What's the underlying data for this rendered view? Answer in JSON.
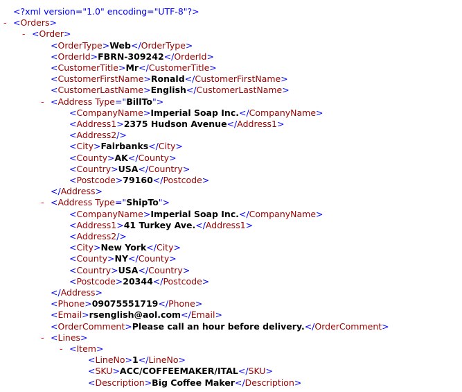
{
  "doc": {
    "lines": [
      {
        "d": 0,
        "toggle": "",
        "parts": [
          {
            "c": "pi",
            "t": "<?xml version=\"1.0\" encoding=\"UTF-8\"?>"
          }
        ]
      },
      {
        "d": 0,
        "toggle": "-",
        "parts": [
          {
            "c": "b",
            "t": "<"
          },
          {
            "c": "t",
            "t": "Orders"
          },
          {
            "c": "b",
            "t": ">"
          }
        ]
      },
      {
        "d": 1,
        "toggle": "-",
        "parts": [
          {
            "c": "b",
            "t": "<"
          },
          {
            "c": "t",
            "t": "Order"
          },
          {
            "c": "b",
            "t": ">"
          }
        ]
      },
      {
        "d": 2,
        "toggle": "",
        "parts": [
          {
            "c": "b",
            "t": "<"
          },
          {
            "c": "t",
            "t": "OrderType"
          },
          {
            "c": "b",
            "t": ">"
          },
          {
            "c": "tx",
            "t": "Web"
          },
          {
            "c": "b",
            "t": "</"
          },
          {
            "c": "t",
            "t": "OrderType"
          },
          {
            "c": "b",
            "t": ">"
          }
        ]
      },
      {
        "d": 2,
        "toggle": "",
        "parts": [
          {
            "c": "b",
            "t": "<"
          },
          {
            "c": "t",
            "t": "OrderId"
          },
          {
            "c": "b",
            "t": ">"
          },
          {
            "c": "tx",
            "t": "FBRN-309242"
          },
          {
            "c": "b",
            "t": "</"
          },
          {
            "c": "t",
            "t": "OrderId"
          },
          {
            "c": "b",
            "t": ">"
          }
        ]
      },
      {
        "d": 2,
        "toggle": "",
        "parts": [
          {
            "c": "b",
            "t": "<"
          },
          {
            "c": "t",
            "t": "CustomerTitle"
          },
          {
            "c": "b",
            "t": ">"
          },
          {
            "c": "tx",
            "t": "Mr"
          },
          {
            "c": "b",
            "t": "</"
          },
          {
            "c": "t",
            "t": "CustomerTitle"
          },
          {
            "c": "b",
            "t": ">"
          }
        ]
      },
      {
        "d": 2,
        "toggle": "",
        "parts": [
          {
            "c": "b",
            "t": "<"
          },
          {
            "c": "t",
            "t": "CustomerFirstName"
          },
          {
            "c": "b",
            "t": ">"
          },
          {
            "c": "tx",
            "t": "Ronald"
          },
          {
            "c": "b",
            "t": "</"
          },
          {
            "c": "t",
            "t": "CustomerFirstName"
          },
          {
            "c": "b",
            "t": ">"
          }
        ]
      },
      {
        "d": 2,
        "toggle": "",
        "parts": [
          {
            "c": "b",
            "t": "<"
          },
          {
            "c": "t",
            "t": "CustomerLastName"
          },
          {
            "c": "b",
            "t": ">"
          },
          {
            "c": "tx",
            "t": "English"
          },
          {
            "c": "b",
            "t": "</"
          },
          {
            "c": "t",
            "t": "CustomerLastName"
          },
          {
            "c": "b",
            "t": ">"
          }
        ]
      },
      {
        "d": 2,
        "toggle": "-",
        "parts": [
          {
            "c": "b",
            "t": "<"
          },
          {
            "c": "t",
            "t": "Address"
          },
          {
            "c": "an",
            "t": " Type"
          },
          {
            "c": "b",
            "t": "=\""
          },
          {
            "c": "av",
            "t": "BillTo"
          },
          {
            "c": "b",
            "t": "\">"
          }
        ]
      },
      {
        "d": 3,
        "toggle": "",
        "parts": [
          {
            "c": "b",
            "t": "<"
          },
          {
            "c": "t",
            "t": "CompanyName"
          },
          {
            "c": "b",
            "t": ">"
          },
          {
            "c": "tx",
            "t": "Imperial Soap Inc."
          },
          {
            "c": "b",
            "t": "</"
          },
          {
            "c": "t",
            "t": "CompanyName"
          },
          {
            "c": "b",
            "t": ">"
          }
        ]
      },
      {
        "d": 3,
        "toggle": "",
        "parts": [
          {
            "c": "b",
            "t": "<"
          },
          {
            "c": "t",
            "t": "Address1"
          },
          {
            "c": "b",
            "t": ">"
          },
          {
            "c": "tx",
            "t": "2375 Hudson Avenue"
          },
          {
            "c": "b",
            "t": "</"
          },
          {
            "c": "t",
            "t": "Address1"
          },
          {
            "c": "b",
            "t": ">"
          }
        ]
      },
      {
        "d": 3,
        "toggle": "",
        "parts": [
          {
            "c": "b",
            "t": "<"
          },
          {
            "c": "t",
            "t": "Address2"
          },
          {
            "c": "b",
            "t": "/>"
          }
        ]
      },
      {
        "d": 3,
        "toggle": "",
        "parts": [
          {
            "c": "b",
            "t": "<"
          },
          {
            "c": "t",
            "t": "City"
          },
          {
            "c": "b",
            "t": ">"
          },
          {
            "c": "tx",
            "t": "Fairbanks"
          },
          {
            "c": "b",
            "t": "</"
          },
          {
            "c": "t",
            "t": "City"
          },
          {
            "c": "b",
            "t": ">"
          }
        ]
      },
      {
        "d": 3,
        "toggle": "",
        "parts": [
          {
            "c": "b",
            "t": "<"
          },
          {
            "c": "t",
            "t": "County"
          },
          {
            "c": "b",
            "t": ">"
          },
          {
            "c": "tx",
            "t": "AK"
          },
          {
            "c": "b",
            "t": "</"
          },
          {
            "c": "t",
            "t": "County"
          },
          {
            "c": "b",
            "t": ">"
          }
        ]
      },
      {
        "d": 3,
        "toggle": "",
        "parts": [
          {
            "c": "b",
            "t": "<"
          },
          {
            "c": "t",
            "t": "Country"
          },
          {
            "c": "b",
            "t": ">"
          },
          {
            "c": "tx",
            "t": "USA"
          },
          {
            "c": "b",
            "t": "</"
          },
          {
            "c": "t",
            "t": "Country"
          },
          {
            "c": "b",
            "t": ">"
          }
        ]
      },
      {
        "d": 3,
        "toggle": "",
        "parts": [
          {
            "c": "b",
            "t": "<"
          },
          {
            "c": "t",
            "t": "Postcode"
          },
          {
            "c": "b",
            "t": ">"
          },
          {
            "c": "tx",
            "t": "79160"
          },
          {
            "c": "b",
            "t": "</"
          },
          {
            "c": "t",
            "t": "Postcode"
          },
          {
            "c": "b",
            "t": ">"
          }
        ]
      },
      {
        "d": 2,
        "toggle": "",
        "parts": [
          {
            "c": "b",
            "t": "</"
          },
          {
            "c": "t",
            "t": "Address"
          },
          {
            "c": "b",
            "t": ">"
          }
        ]
      },
      {
        "d": 2,
        "toggle": "-",
        "parts": [
          {
            "c": "b",
            "t": "<"
          },
          {
            "c": "t",
            "t": "Address"
          },
          {
            "c": "an",
            "t": " Type"
          },
          {
            "c": "b",
            "t": "=\""
          },
          {
            "c": "av",
            "t": "ShipTo"
          },
          {
            "c": "b",
            "t": "\">"
          }
        ]
      },
      {
        "d": 3,
        "toggle": "",
        "parts": [
          {
            "c": "b",
            "t": "<"
          },
          {
            "c": "t",
            "t": "CompanyName"
          },
          {
            "c": "b",
            "t": ">"
          },
          {
            "c": "tx",
            "t": "Imperial Soap Inc."
          },
          {
            "c": "b",
            "t": "</"
          },
          {
            "c": "t",
            "t": "CompanyName"
          },
          {
            "c": "b",
            "t": ">"
          }
        ]
      },
      {
        "d": 3,
        "toggle": "",
        "parts": [
          {
            "c": "b",
            "t": "<"
          },
          {
            "c": "t",
            "t": "Address1"
          },
          {
            "c": "b",
            "t": ">"
          },
          {
            "c": "tx",
            "t": "41 Turkey Ave."
          },
          {
            "c": "b",
            "t": "</"
          },
          {
            "c": "t",
            "t": "Address1"
          },
          {
            "c": "b",
            "t": ">"
          }
        ]
      },
      {
        "d": 3,
        "toggle": "",
        "parts": [
          {
            "c": "b",
            "t": "<"
          },
          {
            "c": "t",
            "t": "Address2"
          },
          {
            "c": "b",
            "t": "/>"
          }
        ]
      },
      {
        "d": 3,
        "toggle": "",
        "parts": [
          {
            "c": "b",
            "t": "<"
          },
          {
            "c": "t",
            "t": "City"
          },
          {
            "c": "b",
            "t": ">"
          },
          {
            "c": "tx",
            "t": "New York"
          },
          {
            "c": "b",
            "t": "</"
          },
          {
            "c": "t",
            "t": "City"
          },
          {
            "c": "b",
            "t": ">"
          }
        ]
      },
      {
        "d": 3,
        "toggle": "",
        "parts": [
          {
            "c": "b",
            "t": "<"
          },
          {
            "c": "t",
            "t": "County"
          },
          {
            "c": "b",
            "t": ">"
          },
          {
            "c": "tx",
            "t": "NY"
          },
          {
            "c": "b",
            "t": "</"
          },
          {
            "c": "t",
            "t": "County"
          },
          {
            "c": "b",
            "t": ">"
          }
        ]
      },
      {
        "d": 3,
        "toggle": "",
        "parts": [
          {
            "c": "b",
            "t": "<"
          },
          {
            "c": "t",
            "t": "Country"
          },
          {
            "c": "b",
            "t": ">"
          },
          {
            "c": "tx",
            "t": "USA"
          },
          {
            "c": "b",
            "t": "</"
          },
          {
            "c": "t",
            "t": "Country"
          },
          {
            "c": "b",
            "t": ">"
          }
        ]
      },
      {
        "d": 3,
        "toggle": "",
        "parts": [
          {
            "c": "b",
            "t": "<"
          },
          {
            "c": "t",
            "t": "Postcode"
          },
          {
            "c": "b",
            "t": ">"
          },
          {
            "c": "tx",
            "t": "20344"
          },
          {
            "c": "b",
            "t": "</"
          },
          {
            "c": "t",
            "t": "Postcode"
          },
          {
            "c": "b",
            "t": ">"
          }
        ]
      },
      {
        "d": 2,
        "toggle": "",
        "parts": [
          {
            "c": "b",
            "t": "</"
          },
          {
            "c": "t",
            "t": "Address"
          },
          {
            "c": "b",
            "t": ">"
          }
        ]
      },
      {
        "d": 2,
        "toggle": "",
        "parts": [
          {
            "c": "b",
            "t": "<"
          },
          {
            "c": "t",
            "t": "Phone"
          },
          {
            "c": "b",
            "t": ">"
          },
          {
            "c": "tx",
            "t": "09075551719"
          },
          {
            "c": "b",
            "t": "</"
          },
          {
            "c": "t",
            "t": "Phone"
          },
          {
            "c": "b",
            "t": ">"
          }
        ]
      },
      {
        "d": 2,
        "toggle": "",
        "parts": [
          {
            "c": "b",
            "t": "<"
          },
          {
            "c": "t",
            "t": "Email"
          },
          {
            "c": "b",
            "t": ">"
          },
          {
            "c": "tx",
            "t": "rsenglish@aol.com"
          },
          {
            "c": "b",
            "t": "</"
          },
          {
            "c": "t",
            "t": "Email"
          },
          {
            "c": "b",
            "t": ">"
          }
        ]
      },
      {
        "d": 2,
        "toggle": "",
        "parts": [
          {
            "c": "b",
            "t": "<"
          },
          {
            "c": "t",
            "t": "OrderComment"
          },
          {
            "c": "b",
            "t": ">"
          },
          {
            "c": "tx",
            "t": "Please call an hour before delivery."
          },
          {
            "c": "b",
            "t": "</"
          },
          {
            "c": "t",
            "t": "OrderComment"
          },
          {
            "c": "b",
            "t": ">"
          }
        ]
      },
      {
        "d": 2,
        "toggle": "-",
        "parts": [
          {
            "c": "b",
            "t": "<"
          },
          {
            "c": "t",
            "t": "Lines"
          },
          {
            "c": "b",
            "t": ">"
          }
        ]
      },
      {
        "d": 3,
        "toggle": "-",
        "parts": [
          {
            "c": "b",
            "t": "<"
          },
          {
            "c": "t",
            "t": "Item"
          },
          {
            "c": "b",
            "t": ">"
          }
        ]
      },
      {
        "d": 4,
        "toggle": "",
        "parts": [
          {
            "c": "b",
            "t": "<"
          },
          {
            "c": "t",
            "t": "LineNo"
          },
          {
            "c": "b",
            "t": ">"
          },
          {
            "c": "tx",
            "t": "1"
          },
          {
            "c": "b",
            "t": "</"
          },
          {
            "c": "t",
            "t": "LineNo"
          },
          {
            "c": "b",
            "t": ">"
          }
        ]
      },
      {
        "d": 4,
        "toggle": "",
        "parts": [
          {
            "c": "b",
            "t": "<"
          },
          {
            "c": "t",
            "t": "SKU"
          },
          {
            "c": "b",
            "t": ">"
          },
          {
            "c": "tx",
            "t": "ACC/COFFEEMAKER/ITAL"
          },
          {
            "c": "b",
            "t": "</"
          },
          {
            "c": "t",
            "t": "SKU"
          },
          {
            "c": "b",
            "t": ">"
          }
        ]
      },
      {
        "d": 4,
        "toggle": "",
        "parts": [
          {
            "c": "b",
            "t": "<"
          },
          {
            "c": "t",
            "t": "Description"
          },
          {
            "c": "b",
            "t": ">"
          },
          {
            "c": "tx",
            "t": "Big Coffee Maker"
          },
          {
            "c": "b",
            "t": "</"
          },
          {
            "c": "t",
            "t": "Description"
          },
          {
            "c": "b",
            "t": ">"
          }
        ]
      }
    ]
  }
}
